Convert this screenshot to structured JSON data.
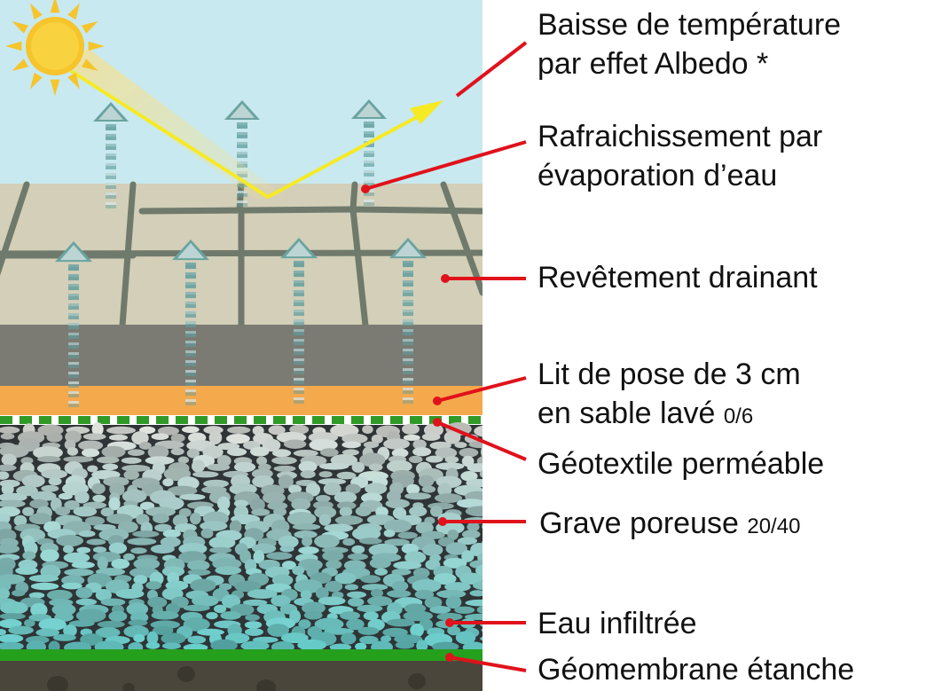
{
  "labels": {
    "albedo": {
      "line1": "Baisse de température",
      "line2": "par effet Albedo *"
    },
    "evaporation": {
      "line1": "Rafraichissement par",
      "line2": "évaporation d’eau"
    },
    "revetement": {
      "text": "Revêtement drainant"
    },
    "lit": {
      "line1": "Lit de pose de 3 cm",
      "line2": "en sable lavé",
      "line2_small": "0/6"
    },
    "geotextile": {
      "text": "Géotextile perméable"
    },
    "grave": {
      "text": "Grave poreuse",
      "small": "20/40"
    },
    "eau": {
      "text": "Eau infiltrée"
    },
    "geomembrane": {
      "text": "Géomembrane étanche"
    }
  },
  "colors": {
    "sky": "#c8e9ef",
    "paving": "#d3cfb8",
    "paving_joints": "#6f7a6c",
    "paving_base": "#7b7b73",
    "sand_layer": "#f5a94d",
    "geotextile_green": "#2f9a25",
    "gravel_dark": "#2f3436",
    "gravel_stone_top": "#d9d9d5",
    "gravel_stone_bottom": "#63c6c4",
    "geomembrane": "#25a01c",
    "soil": "#4a463b",
    "sun": "#f6c42b",
    "sun_ray": "#f6ea24",
    "leader_line": "#e0121b",
    "arrow": "#6aa3a0"
  }
}
